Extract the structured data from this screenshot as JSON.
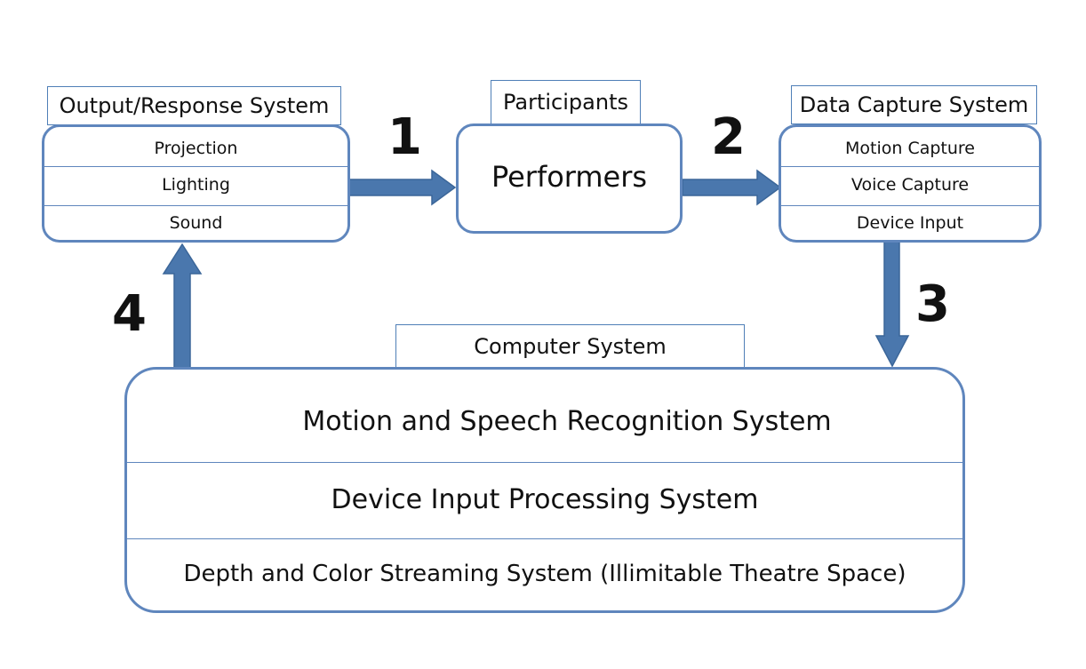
{
  "output_system": {
    "title": "Output/Response System",
    "items": [
      "Projection",
      "Lighting",
      "Sound"
    ]
  },
  "participants": {
    "title": "Participants",
    "main": "Performers"
  },
  "capture_system": {
    "title": "Data Capture System",
    "items": [
      "Motion Capture",
      "Voice Capture",
      "Device Input"
    ]
  },
  "computer_system": {
    "title": "Computer System",
    "items": [
      "Motion and Speech Recognition System",
      "Device Input Processing System",
      "Depth and Color Streaming System (Illimitable Theatre Space)"
    ]
  },
  "steps": [
    "1",
    "2",
    "3",
    "4"
  ],
  "colors": {
    "stroke": "#5f86bd",
    "arrow_fill": "#4a77ad"
  }
}
